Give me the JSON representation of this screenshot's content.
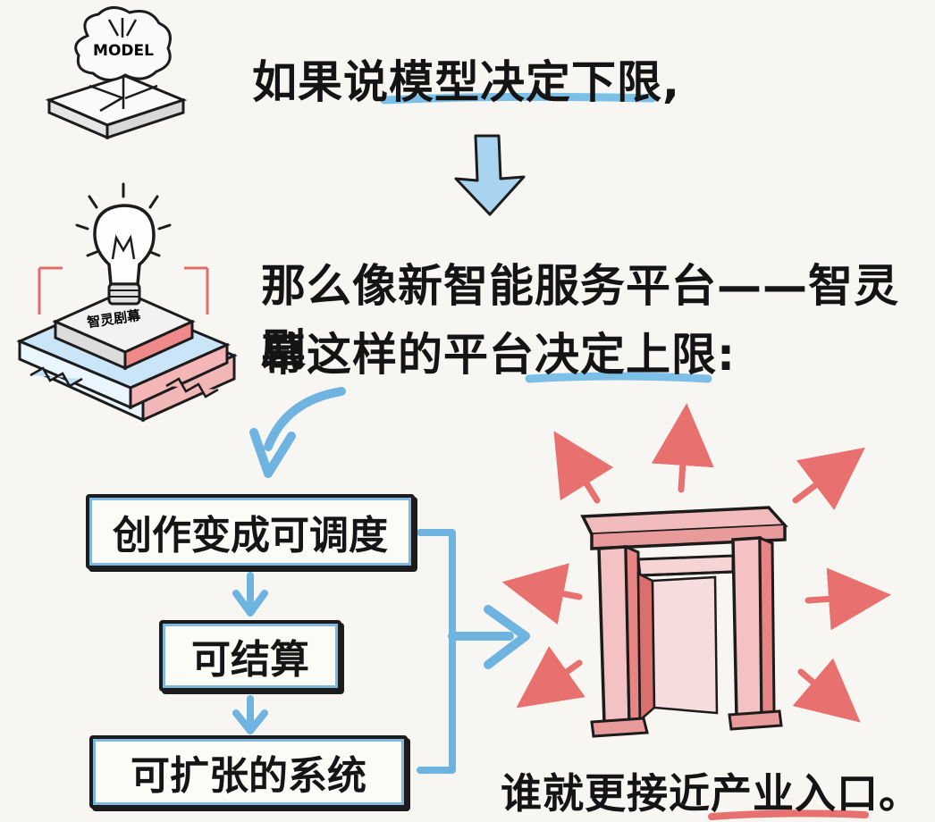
{
  "model_icon_label": "MODEL",
  "platform_icon_label": "智灵剧幕",
  "text": {
    "line1": "如果说模型决定下限,",
    "line2": "那么像新智能服务平台——智灵剧",
    "line3": "幕这样的平台决定上限:",
    "line4": "谁就更接近产业入口。"
  },
  "steps": [
    {
      "label": "创作变成可调度"
    },
    {
      "label": "可结算"
    },
    {
      "label": "可扩张的系统"
    }
  ],
  "colors": {
    "blue": "#6fb3e0",
    "red": "#e87a7a",
    "ink": "#1c1c1c"
  }
}
